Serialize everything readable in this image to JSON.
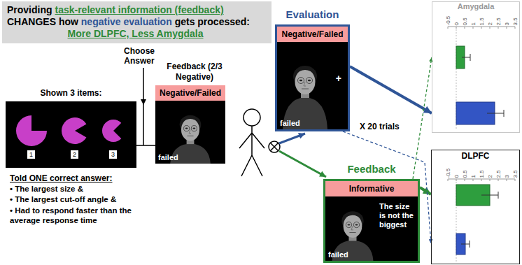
{
  "diagram": {
    "nodes": [
      {
        "text": [
          "Providing",
          "task-relevant information (feedback)",
          "CHANGES how",
          "negative evaluation",
          "gets processed:",
          "More DLPFC, Less Amygdala"
        ]
      },
      {
        "text": [
          "Shown 3 items:"
        ]
      },
      {
        "text": [
          "1"
        ],
        "in": 1
      },
      {
        "text": [
          "2"
        ],
        "in": 1
      },
      {
        "text": [
          "3"
        ],
        "in": 1
      },
      {
        "text": [
          "Feedback (2/3 Negative)",
          "failed"
        ]
      },
      {
        "text": [
          "Negative/Failed"
        ],
        "in": 5
      },
      {
        "text": [
          "Evaluation",
          "+",
          "failed"
        ]
      },
      {
        "text": [
          "Negative/Failed"
        ],
        "in": 7
      },
      {
        "text": [
          "Feedback",
          "The size is not the biggest",
          "failed"
        ]
      },
      {
        "text": [
          "Informative"
        ],
        "in": 9
      },
      {
        "text": [
          "Amygdala"
        ]
      },
      {
        "text": [
          "DLPFC"
        ]
      }
    ],
    "edges": [
      {
        "from": 7,
        "to": 11,
        "arrow": "to"
      },
      {
        "from": 9,
        "to": 12,
        "arrow": "to"
      },
      {
        "from": 9,
        "to": 11,
        "arrow": "to"
      },
      {
        "from": 7,
        "to": 12,
        "arrow": "to"
      }
    ],
    "labels": [
      "Choose Answer",
      "Told ONE correct answer:",
      "• The largest size &",
      "• The largest cut-off angle &",
      "• Had to respond faster than the average response time",
      "X 20 trials",
      "-0.5",
      "0",
      "0.5",
      "1",
      "1.5",
      "2",
      "2.5",
      "3",
      "3.5",
      "-0.5",
      "0",
      "0.5",
      "1",
      "1.5",
      "2",
      "2.5",
      "3",
      "3.5"
    ]
  }
}
